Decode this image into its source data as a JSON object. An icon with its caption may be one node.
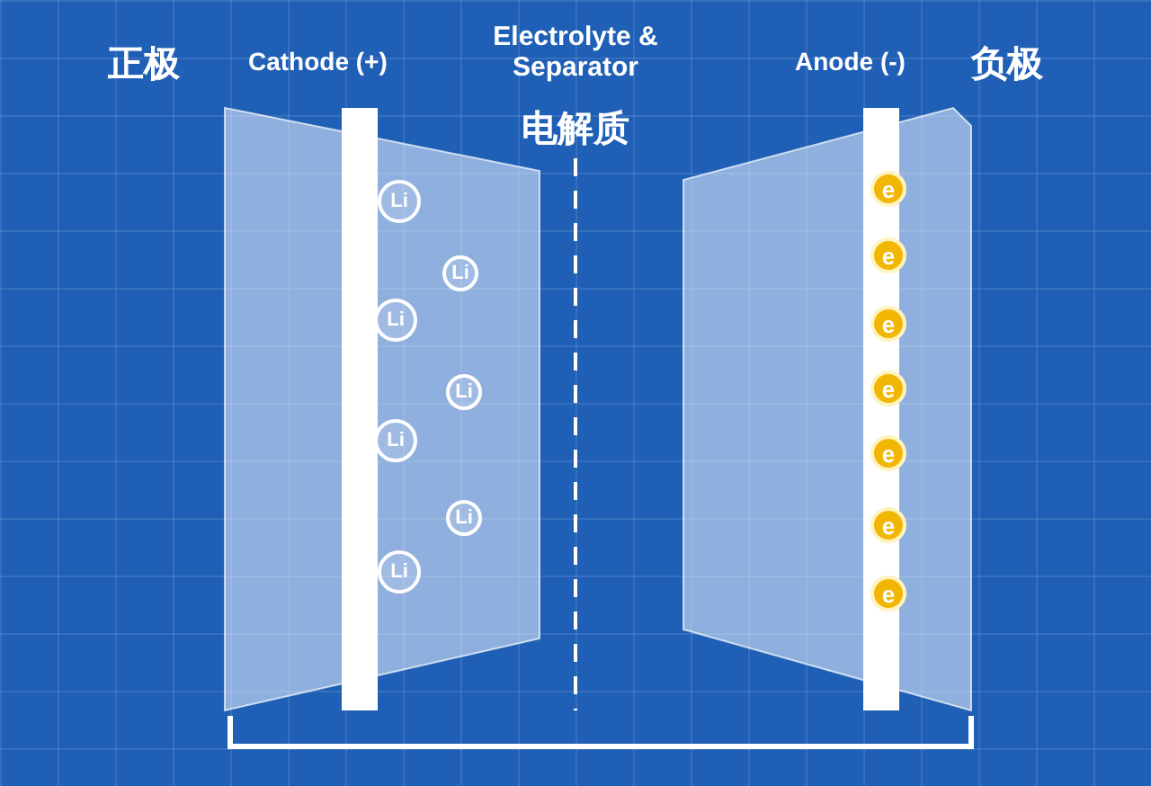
{
  "diagram": {
    "nodes": [
      {
        "text": [
          "正极",
          "Cathode (+)"
        ]
      },
      {
        "text": [
          "Li"
        ],
        "in": 0
      },
      {
        "text": [
          "Li"
        ],
        "in": 0
      },
      {
        "text": [
          "Li"
        ],
        "in": 0
      },
      {
        "text": [
          "Li"
        ],
        "in": 0
      },
      {
        "text": [
          "Li"
        ],
        "in": 0
      },
      {
        "text": [
          "Li"
        ],
        "in": 0
      },
      {
        "text": [
          "Li"
        ],
        "in": 0
      },
      {
        "text": [
          "Anode (-)",
          "负极"
        ]
      },
      {
        "text": [
          "e"
        ],
        "in": 8
      },
      {
        "text": [
          "e"
        ],
        "in": 8
      },
      {
        "text": [
          "e"
        ],
        "in": 8
      },
      {
        "text": [
          "e"
        ],
        "in": 8
      },
      {
        "text": [
          "e"
        ],
        "in": 8
      },
      {
        "text": [
          "e"
        ],
        "in": 8
      },
      {
        "text": [
          "e"
        ],
        "in": 8
      }
    ],
    "edges": [
      {
        "from": 0,
        "to": 8,
        "arrow": "none"
      }
    ],
    "labels": [
      "Electrolyte & Separator",
      "电解质"
    ]
  }
}
